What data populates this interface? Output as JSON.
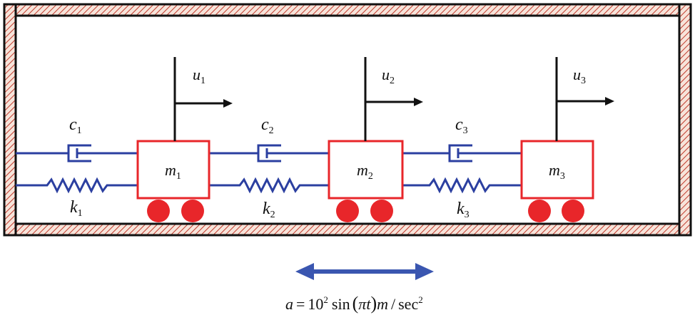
{
  "diagram": {
    "masses": [
      {
        "sym": "m",
        "sub": "1"
      },
      {
        "sym": "m",
        "sub": "2"
      },
      {
        "sym": "m",
        "sub": "3"
      }
    ],
    "displacements": [
      {
        "sym": "u",
        "sub": "1"
      },
      {
        "sym": "u",
        "sub": "2"
      },
      {
        "sym": "u",
        "sub": "3"
      }
    ],
    "dampers": [
      {
        "sym": "c",
        "sub": "1"
      },
      {
        "sym": "c",
        "sub": "2"
      },
      {
        "sym": "c",
        "sub": "3"
      }
    ],
    "springs": [
      {
        "sym": "k",
        "sub": "1"
      },
      {
        "sym": "k",
        "sub": "2"
      },
      {
        "sym": "k",
        "sub": "3"
      }
    ],
    "excitation": {
      "a": "a",
      "eq": "=",
      "base": "10",
      "exp": "2",
      "sin": "sin",
      "lparen": "(",
      "pi": "π",
      "t": "t",
      "rparen": ")",
      "m": "m",
      "slash": "/",
      "sec": "sec",
      "sec_exp": "2"
    },
    "colors": {
      "wall_fill": "#f7e4da",
      "wall_hatch": "#c0392b",
      "frame": "#111111",
      "mass": "#e8262a",
      "link": "#2b3fa0",
      "arrow": "#3a56b0"
    }
  }
}
